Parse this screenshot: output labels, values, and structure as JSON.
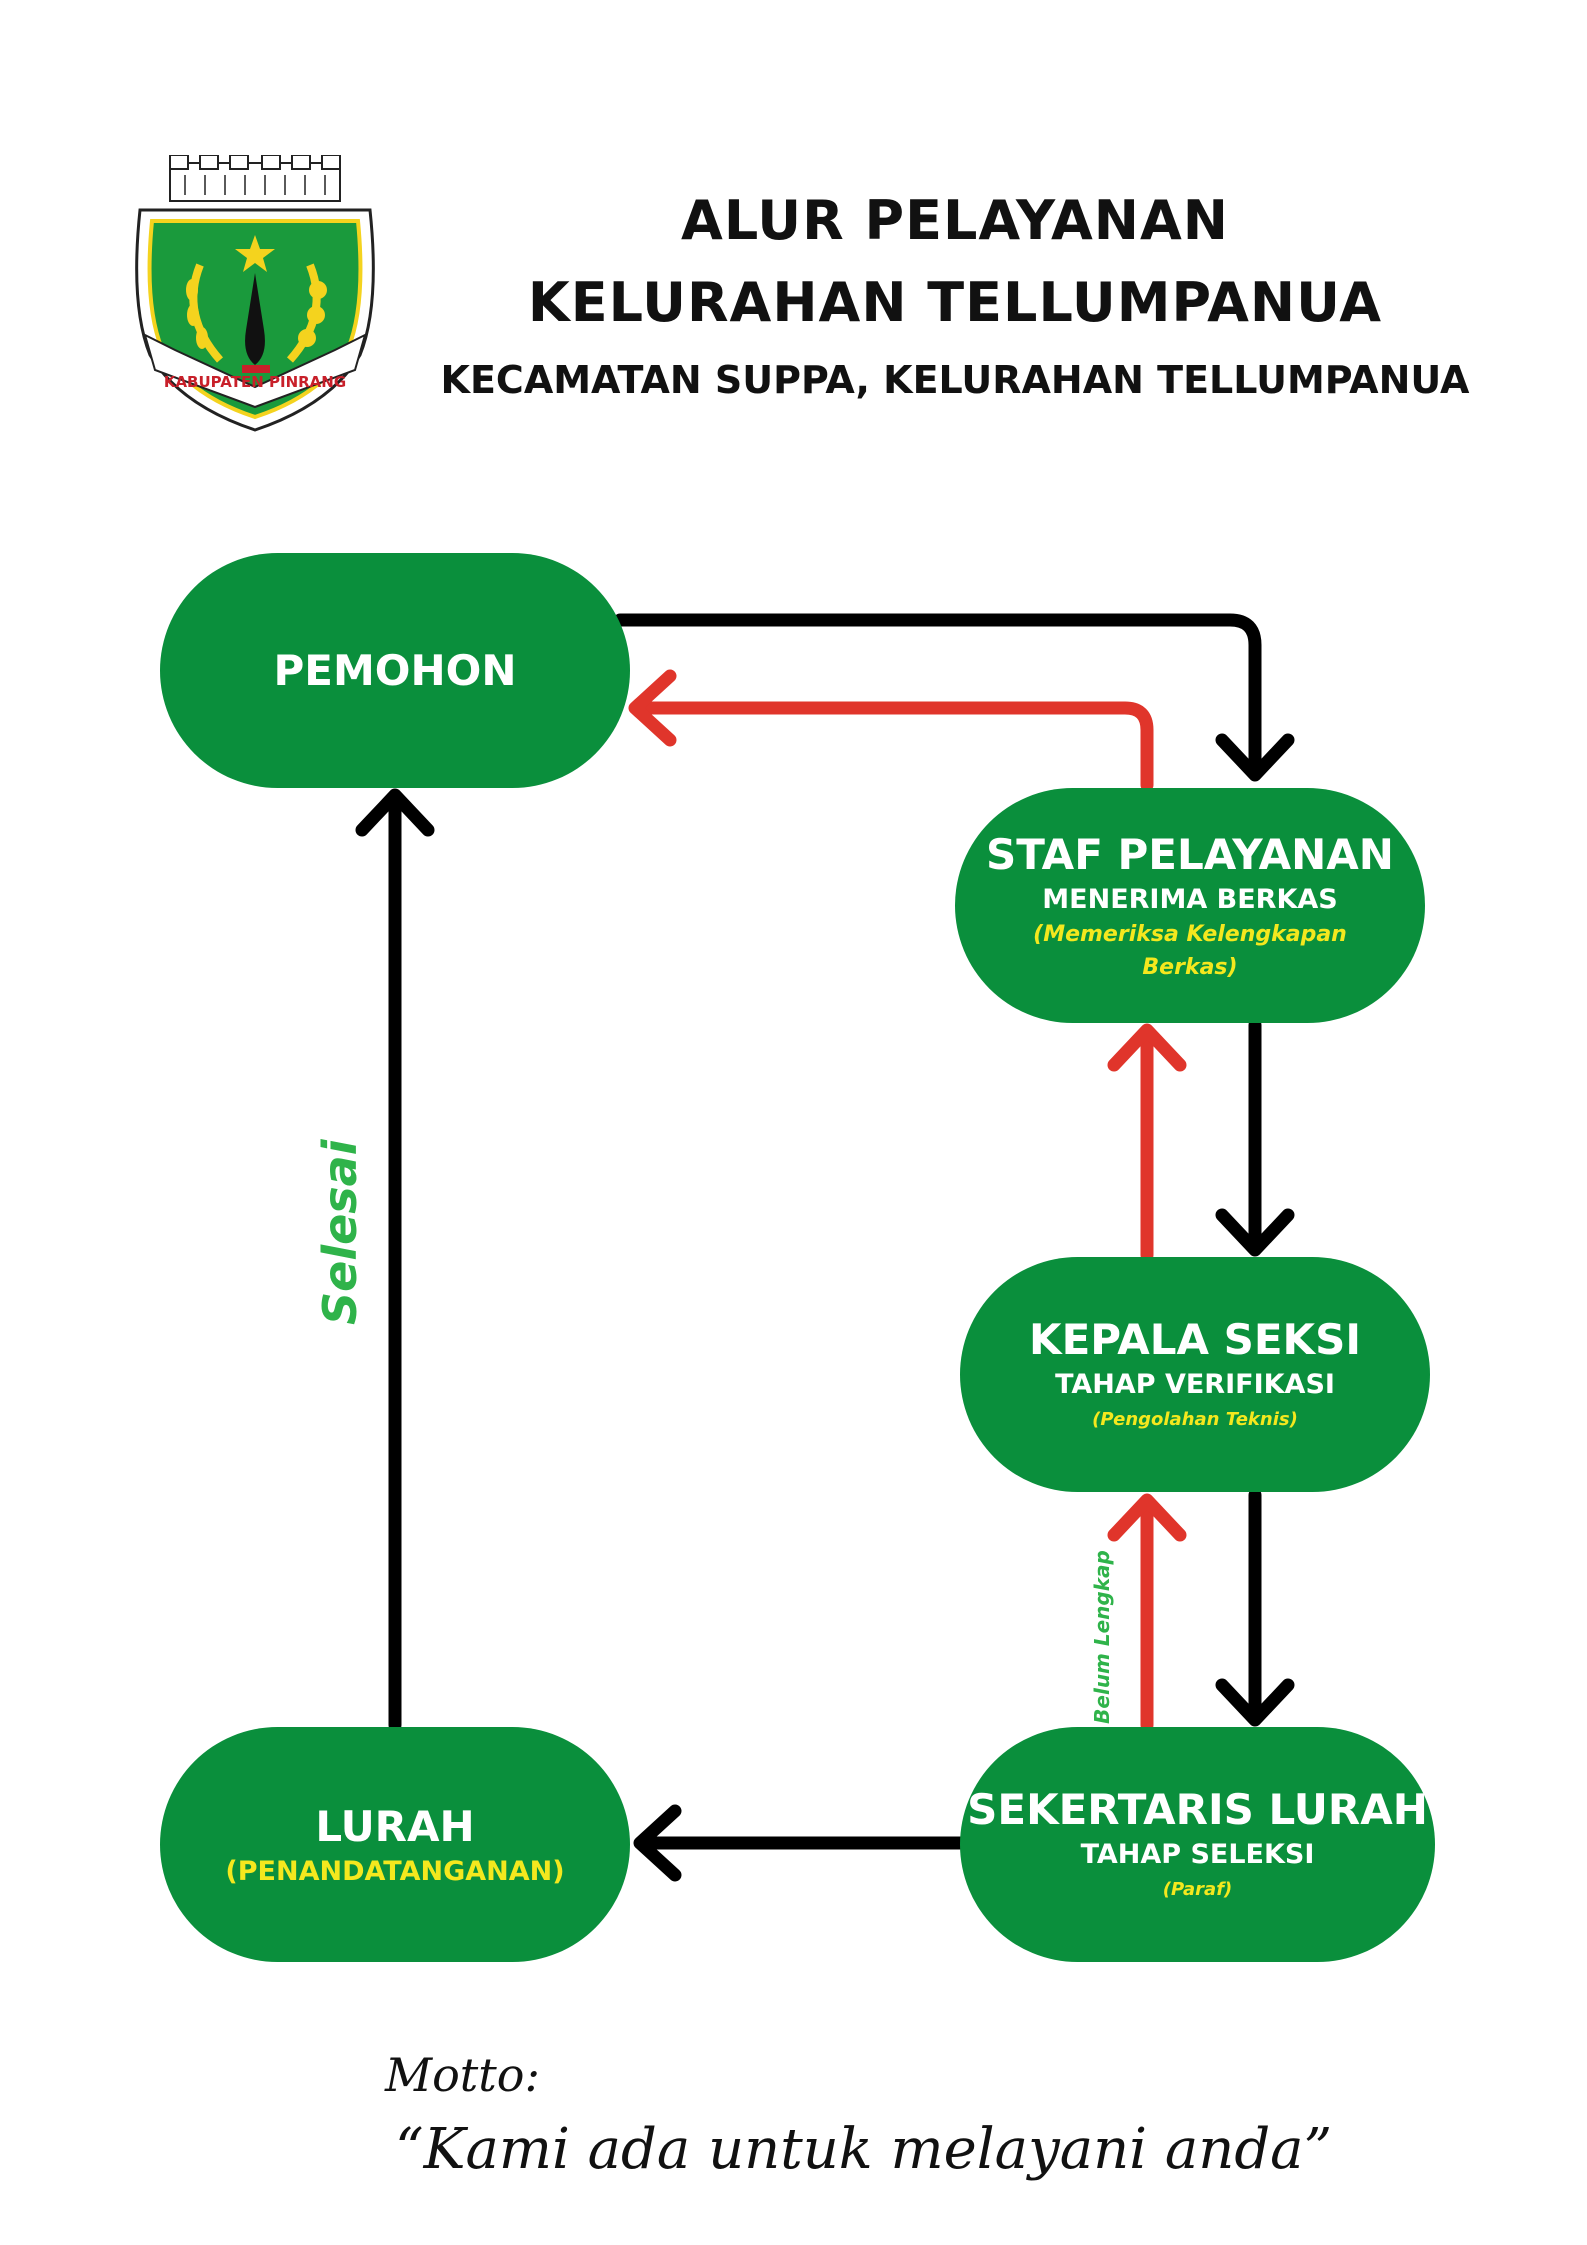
{
  "header": {
    "title_line1": "ALUR PELAYANAN",
    "title_line2": "KELURAHAN TELLUMPANUA",
    "subtitle": "KECAMATAN SUPPA, KELURAHAN TELLUMPANUA",
    "logo_ribbon": "KABUPATEN PINRANG"
  },
  "nodes": {
    "pemohon": {
      "title": "PEMOHON"
    },
    "staf": {
      "title": "STAF PELAYANAN",
      "sub": "MENERIMA BERKAS",
      "note": "(Memeriksa Kelengkapan Berkas)"
    },
    "kasi": {
      "title": "KEPALA SEKSI",
      "sub": "TAHAP VERIFIKASI",
      "note": "(Pengolahan Teknis)"
    },
    "sekertaris": {
      "title": "SEKERTARIS LURAH",
      "sub": "TAHAP SELEKSI",
      "note": "(Paraf)"
    },
    "lurah": {
      "title": "LURAH",
      "sub": "(PENANDATANGANAN)"
    }
  },
  "labels": {
    "selesai": "Selesai",
    "belum_lengkap": "Belum Lengkap"
  },
  "motto": {
    "label": "Motto:",
    "text": "“Kami ada untuk melayani anda”"
  },
  "colors": {
    "node_green": "#0a8f3c",
    "forward_arrow": "#000000",
    "return_arrow": "#e0352b",
    "accent_yellow": "#f4e81e",
    "label_green": "#2fb34a"
  }
}
